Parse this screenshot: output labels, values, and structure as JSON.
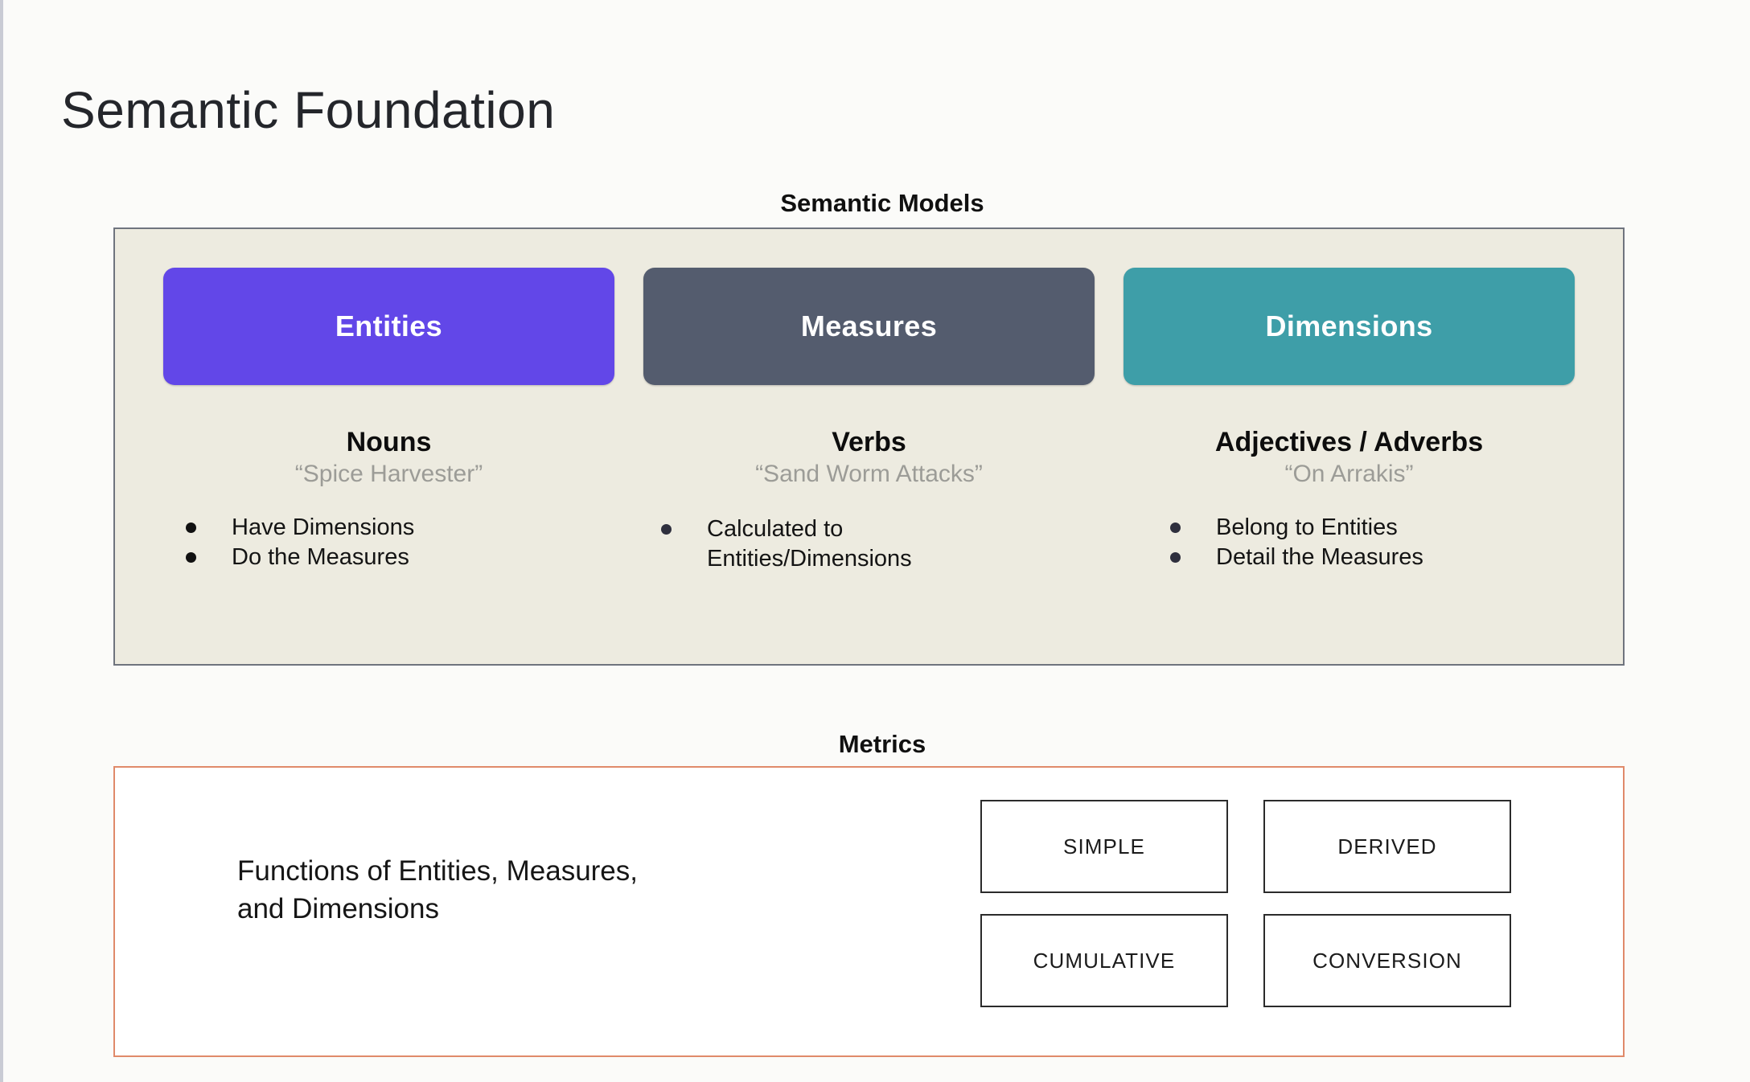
{
  "page": {
    "title": "Semantic Foundation",
    "background_color": "#fbfbf9"
  },
  "semantic_models": {
    "caption": "Semantic Models",
    "panel_background": "#edebe0",
    "panel_border_color": "#6f747e",
    "columns": [
      {
        "pill_label": "Entities",
        "pill_color": "#6247e8",
        "part_of_speech": "Nouns",
        "example": "“Spice Harvester”",
        "bullets": [
          "Have Dimensions",
          "Do the Measures"
        ]
      },
      {
        "pill_label": "Measures",
        "pill_color": "#545c6e",
        "part_of_speech": "Verbs",
        "example": "“Sand Worm Attacks”",
        "bullets": [
          "Calculated to\nEntities/Dimensions"
        ]
      },
      {
        "pill_label": "Dimensions",
        "pill_color": "#3e9ea8",
        "part_of_speech": "Adjectives / Adverbs",
        "example": "“On Arrakis”",
        "bullets": [
          "Belong to Entities",
          "Detail the Measures"
        ]
      }
    ]
  },
  "metrics": {
    "caption": "Metrics",
    "panel_border_color": "#e08a6a",
    "description": "Functions of Entities, Measures,\nand Dimensions",
    "types": [
      "SIMPLE",
      "DERIVED",
      "CUMULATIVE",
      "CONVERSION"
    ]
  }
}
